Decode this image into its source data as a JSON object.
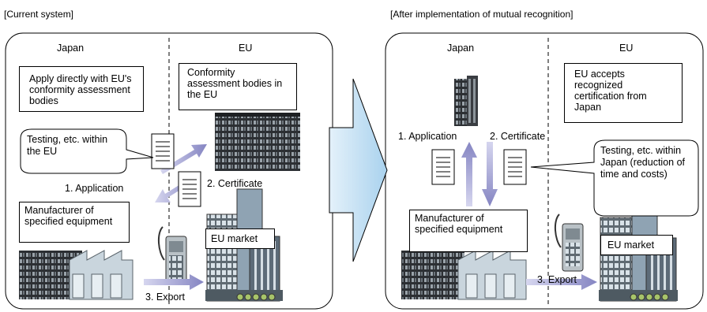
{
  "left_panel": {
    "header": "[Current system]",
    "japan_label": "Japan",
    "eu_label": "EU",
    "apply_directly_text": "Apply directly with EU's conformity assessment bodies",
    "conformity_bodies_text": "Conformity assessment bodies in the EU",
    "testing_callout": "Testing, etc. within the EU",
    "application_label": "1. Application",
    "certificate_label": "2. Certificate",
    "manufacturer_text": "Manufacturer of specified equipment",
    "eu_market_label": "EU market",
    "export_label": "3. Export"
  },
  "right_panel": {
    "header": "[After implementation of mutual recognition]",
    "japan_label": "Japan",
    "eu_label": "EU",
    "eu_accepts_text": "EU accepts recognized certification from Japan",
    "application_label": "1. Application",
    "certificate_label": "2. Certificate",
    "testing_callout": "Testing, etc. within Japan (reduction of time and costs)",
    "manufacturer_text": "Manufacturer of specified equipment",
    "eu_market_label": "EU market",
    "export_label": "3. Export"
  },
  "colors": {
    "arrow_fill": "#c9e3f3",
    "flow_arrow": "#9b9bcc",
    "building_dark": "#3a3d42",
    "building_light": "#b8c4cc"
  }
}
